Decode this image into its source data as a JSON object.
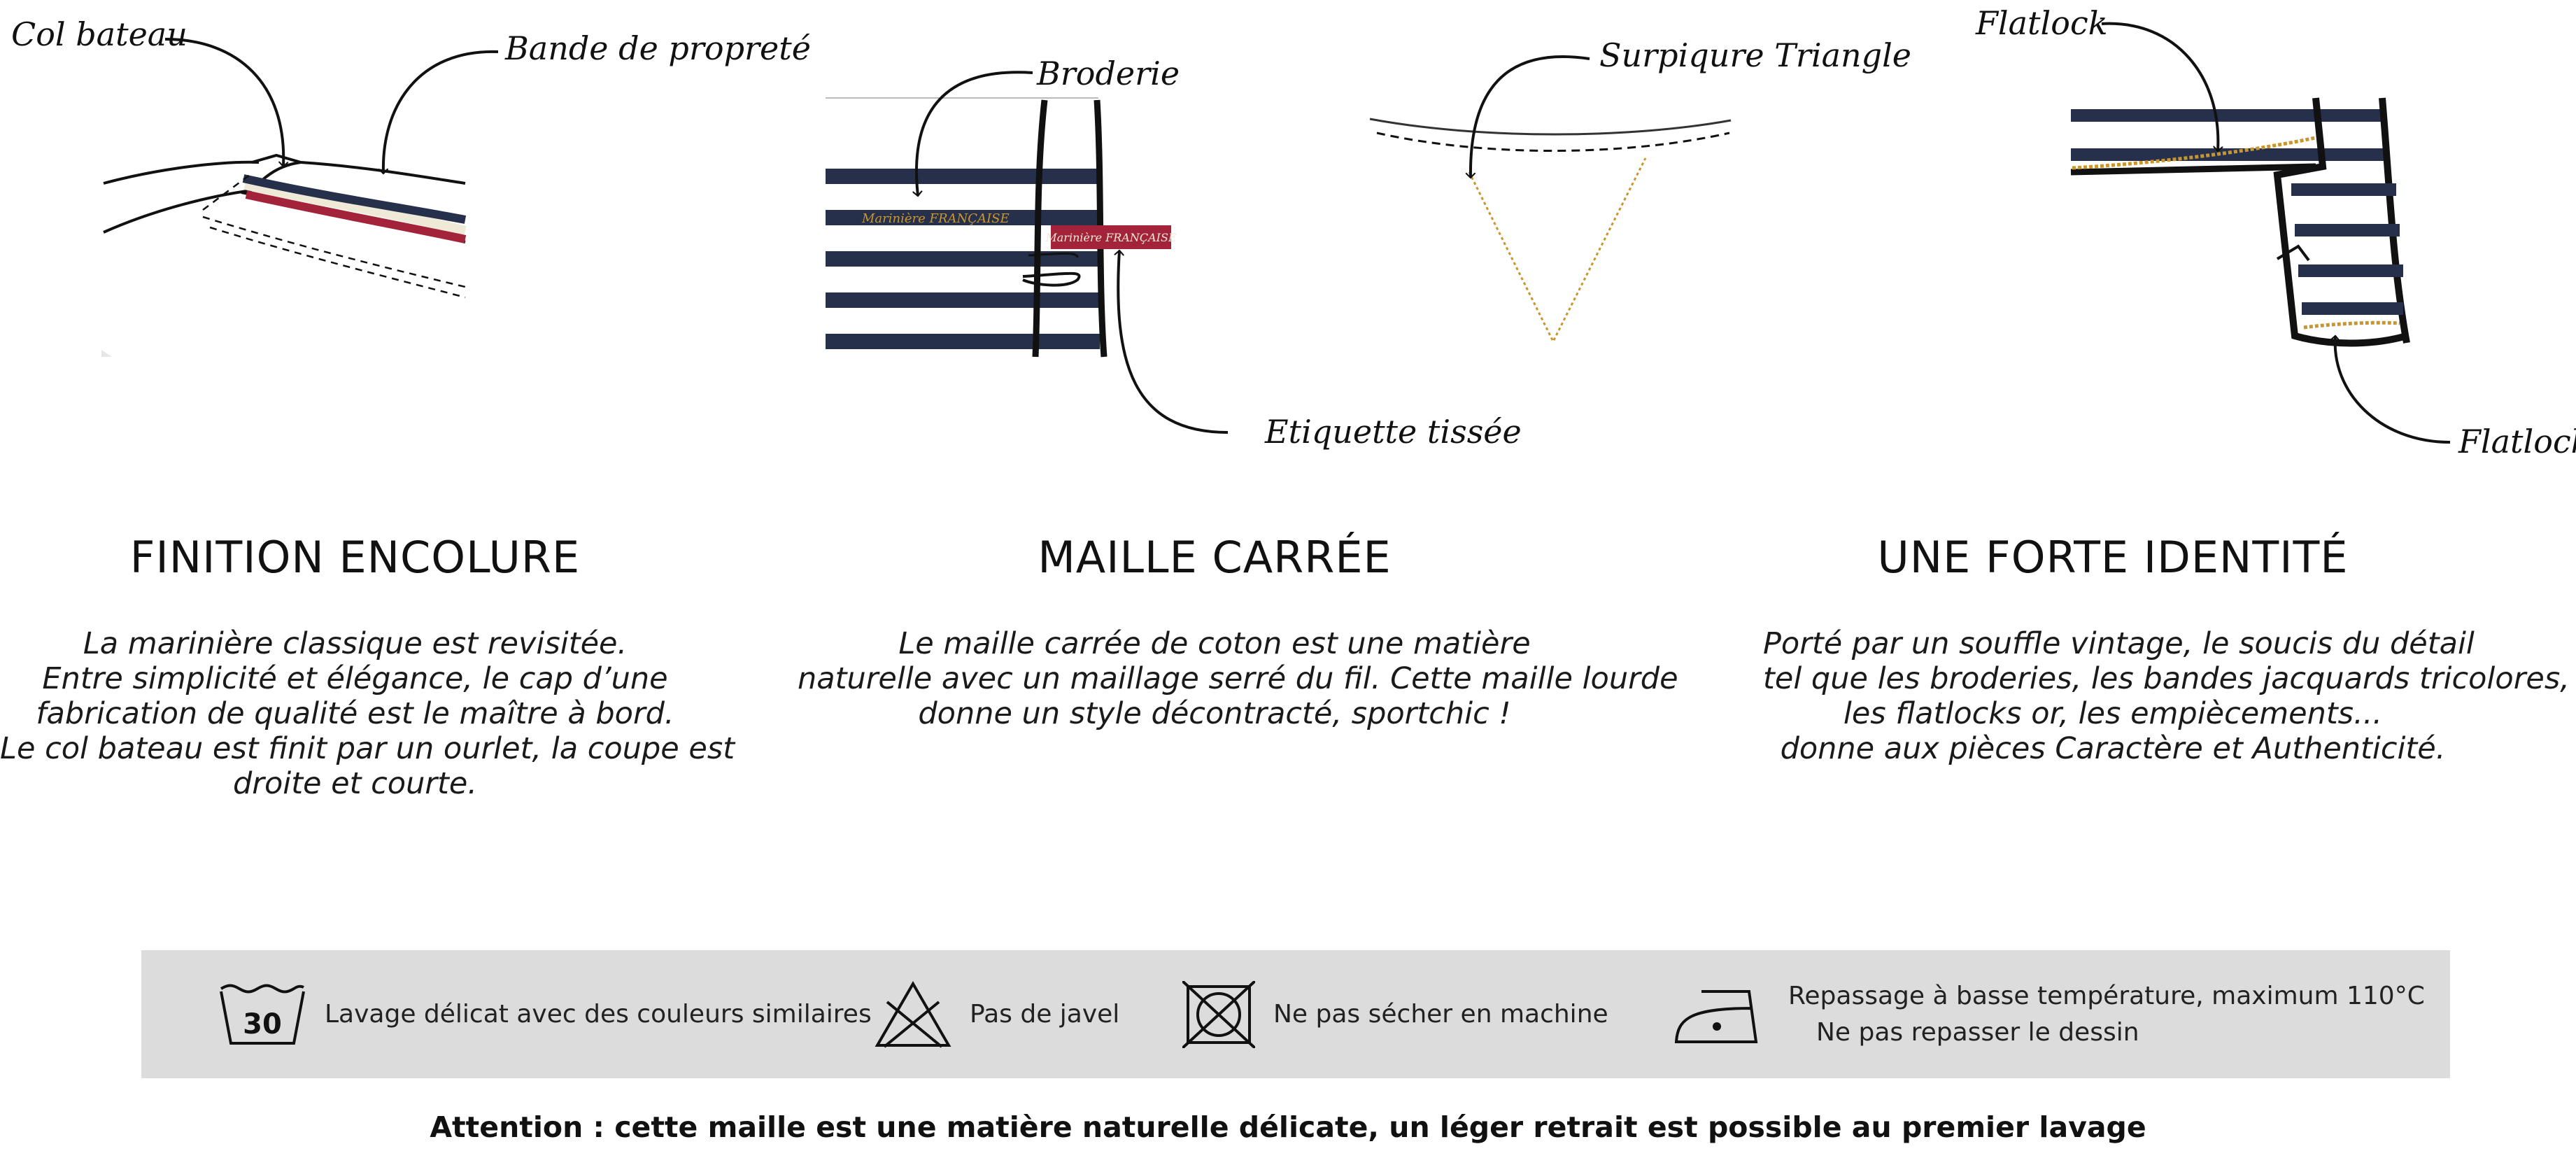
{
  "callouts": {
    "col_bateau": "Col bateau",
    "bande_proprete": "Bande de propreté",
    "broderie": "Broderie",
    "etiquette": "Etiquette tissée",
    "surpiqure": "Surpiqure Triangle",
    "flatlock_top": "Flatlock",
    "flatlock_bottom": "Flatlock",
    "embroidery_small": "Marinière FRANÇAISE",
    "label_text": "Marinière FRANÇAISE"
  },
  "sections": [
    {
      "title": "FINITION ENCOLURE",
      "lines": [
        "La marinière classique est revisitée.",
        "Entre simplicité et élégance, le cap d’une",
        "fabrication de qualité est le maître à bord.",
        "Le col bateau est finit par un ourlet, la coupe est",
        "droite et courte."
      ]
    },
    {
      "title": "MAILLE CARRÉE",
      "lines": [
        "Le maille carrée de coton est une matière",
        "naturelle avec un maillage serré du fil. Cette maille lourde",
        "donne un style décontracté, sportchic !"
      ]
    },
    {
      "title": "UNE FORTE IDENTITÉ",
      "lines": [
        "Porté par un souffle vintage, le soucis du détail",
        "tel que les broderies, les bandes jacquards tricolores,",
        "les flatlocks or, les empiècements...",
        "donne aux pièces Caractère et Authenticité."
      ]
    }
  ],
  "care": [
    {
      "icon": "wash-30-icon",
      "value": "30",
      "text": "Lavage délicat avec des couleurs similaires"
    },
    {
      "icon": "no-bleach-icon",
      "text": "Pas de javel"
    },
    {
      "icon": "no-tumble-dry-icon",
      "text": "Ne pas sécher en machine"
    },
    {
      "icon": "iron-low-icon",
      "text": "Repassage à basse température, maximum 110°C",
      "text2": "Ne pas repasser le dessin"
    }
  ],
  "warning": "Attention : cette maille est une matière naturelle délicate, un léger retrait est possible au premier lavage",
  "colors": {
    "navy": "#27304a",
    "red": "#a3233a",
    "cream": "#efe9d8",
    "gold": "#c9962e",
    "panel": "#dcdcdc"
  }
}
